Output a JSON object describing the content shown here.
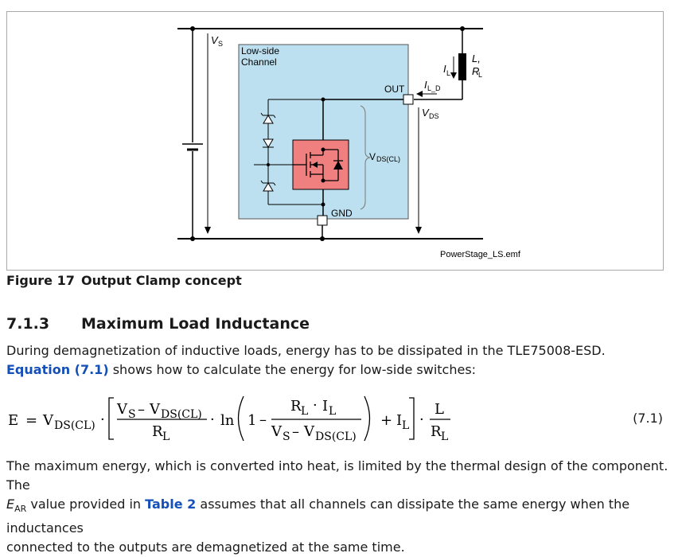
{
  "figure": {
    "labels": {
      "vs": "V",
      "vs_sub": "S",
      "channel_line1": "Low-side",
      "channel_line2": "Channel",
      "out": "OUT",
      "gnd": "GND",
      "il": "I",
      "il_sub": "L",
      "ild": "I",
      "ild_sub": "L_D",
      "load_l": "L,",
      "load_r": "R",
      "load_r_sub": "L",
      "vds": "V",
      "vds_sub": "DS",
      "vdscl": "V",
      "vdscl_sub": "DS(CL)",
      "filename": "PowerStage_LS.emf"
    },
    "colors": {
      "channel_fill": "#bde0f0",
      "mosfet_fill": "#f08080",
      "wire": "#000000"
    }
  },
  "caption": {
    "number": "Figure 17",
    "title": "Output Clamp concept"
  },
  "section": {
    "number": "7.1.3",
    "title": "Maximum Load Inductance"
  },
  "para1": {
    "text_before": "During demagnetization of inductive loads, energy has to be dissipated in the TLE75008-ESD. ",
    "link": "Equation (7.1)",
    "text_after": " shows how to calculate the energy for low-side switches:"
  },
  "equation": {
    "lhs": "E",
    "eq": "=",
    "vds_cl": "V",
    "vds_cl_sub": "DS(CL)",
    "dot": "·",
    "num1_a": "V",
    "num1_a_sub": "S",
    "minus": "–",
    "num1_b": "V",
    "num1_b_sub": "DS(CL)",
    "den1": "R",
    "den1_sub": "L",
    "ln": "ln",
    "one": "1",
    "num2_a": "R",
    "num2_a_sub": "L",
    "num2_b": "I",
    "num2_b_sub": "L",
    "den2_a": "V",
    "den2_a_sub": "S",
    "den2_b": "V",
    "den2_b_sub": "DS(CL)",
    "plus": "+",
    "il": "I",
    "il_sub": "L",
    "frac3_num": "L",
    "frac3_den": "R",
    "frac3_den_sub": "L",
    "number": "(7.1)"
  },
  "para2": {
    "line1": "The maximum energy, which is converted into heat, is limited by the thermal design of the component. The",
    "ear": "E",
    "ear_sub": "AR",
    "text_mid": " value provided in ",
    "link": "Table 2",
    "text_after": " assumes that all channels can dissipate the same energy when the inductances",
    "line3": "connected to the outputs are demagnetized at the same time."
  }
}
